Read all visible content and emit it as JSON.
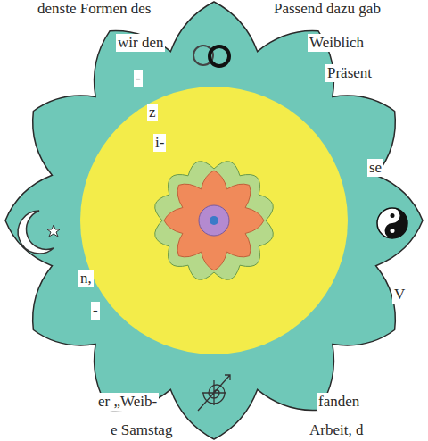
{
  "diagram": {
    "labels": [
      "denste Formen des",
      "wir den",
      "-",
      "z",
      "i-",
      "n,",
      "-",
      "er „Weib-",
      "e Samstag",
      "Passend dazu gab",
      "Weiblich",
      "Präsent",
      "se",
      "V",
      "fanden",
      "Arbeit, d"
    ]
  }
}
